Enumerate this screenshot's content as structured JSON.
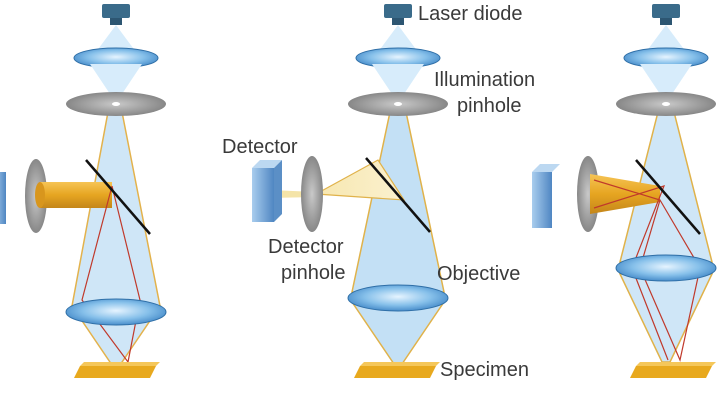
{
  "labels": {
    "laser_diode": "Laser diode",
    "illumination_pinhole_line1": "Illumination",
    "illumination_pinhole_line2": "pinhole",
    "detector": "Detector",
    "detector_pinhole_line1": "Detector",
    "detector_pinhole_line2": "pinhole",
    "objective": "Objective",
    "specimen": "Specimen"
  },
  "colors": {
    "laser_diode_body": "#3a6b8a",
    "lens_fill": "#7fb8e3",
    "lens_edge": "#2f6fa7",
    "beam_fill": "#c3e0f5",
    "beam_edge": "#e0b24a",
    "pinhole_disk": "#8c8c8c",
    "mirror": "#111111",
    "detector_body": "#6d9fd1",
    "specimen": "#e8a91e",
    "orange_beam": "#e0a52a",
    "red_ray": "#c0392b",
    "label_text": "#3a3a3a"
  }
}
